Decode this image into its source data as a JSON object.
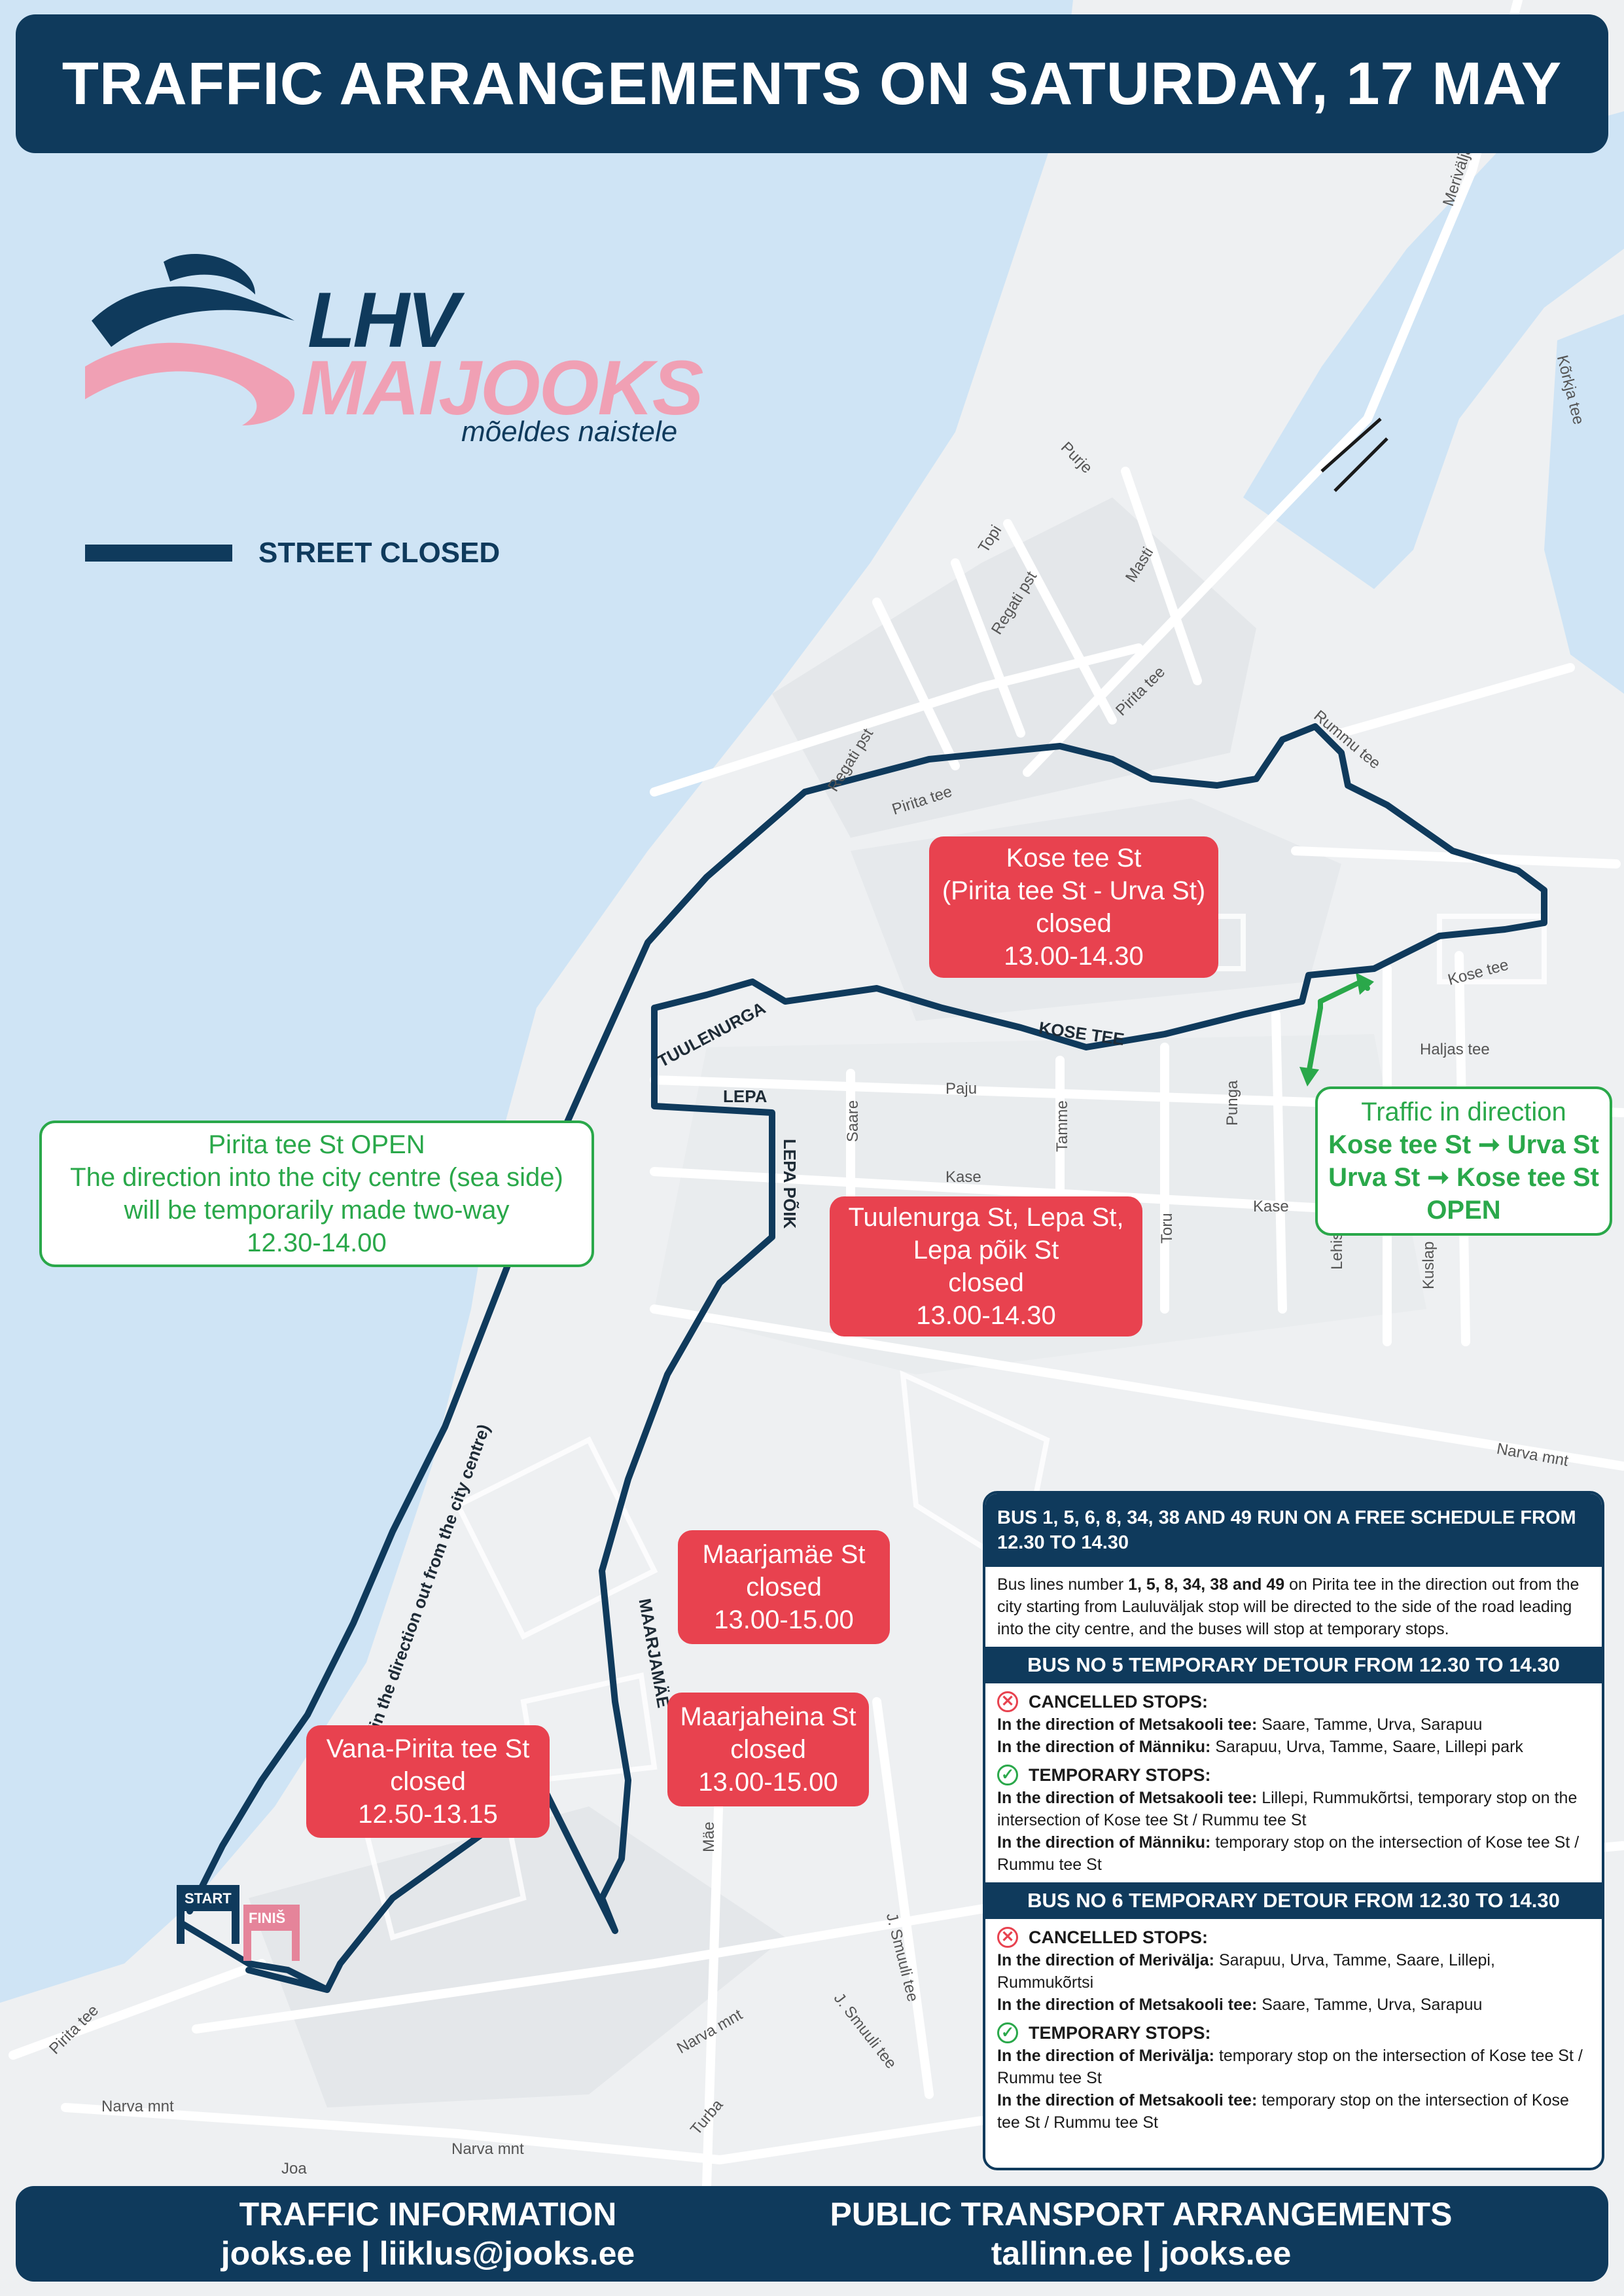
{
  "banner": {
    "title": "TRAFFIC ARRANGEMENTS ON SATURDAY, 17 MAY"
  },
  "logo": {
    "brand_top": "LHV",
    "brand_bottom": "MAIJOOKS",
    "tagline": "mõeldes naistele"
  },
  "legend": {
    "label": "STREET CLOSED"
  },
  "colors": {
    "navy": "#0f3a5c",
    "closure_red": "#e8424f",
    "open_green": "#2aa84a",
    "water": "#cfe4f5",
    "brand_pink": "#f0a0b4"
  },
  "map": {
    "street_labels": [
      "Merivälja tee",
      "Kõrkja tee",
      "Purje",
      "Topi",
      "Masti",
      "Regati pst",
      "Regati pst",
      "Pirita tee",
      "Pirita tee",
      "Rummu tee",
      "Kose tee",
      "Haljas tee",
      "TUULENURGA",
      "KOSE TEE",
      "LEPA",
      "LEPA PÕIK",
      "Paju",
      "Saare",
      "Tamme",
      "Punga",
      "Kase",
      "Kase",
      "Toru",
      "Lehis",
      "Kuslap",
      "Narva mnt",
      "MAARJAMÄE",
      "PIRITA TEE (in the direction out from the city centre)",
      "Mäe",
      "J. Smuuli tee",
      "J. Smuuli tee",
      "Narva mnt",
      "Turba",
      "Pirita tee",
      "Narva mnt",
      "Narva mnt",
      "Joa"
    ],
    "start_label": "START",
    "finish_label": "FINIŠ"
  },
  "closures": [
    {
      "lines": [
        "Kose tee St",
        "(Pirita tee St - Urva St)",
        "closed",
        "13.00-14.30"
      ]
    },
    {
      "lines": [
        "Tuulenurga St, Lepa St,",
        "Lepa põik St",
        "closed",
        "13.00-14.30"
      ]
    },
    {
      "lines": [
        "Maarjamäe St",
        "closed",
        "13.00-15.00"
      ]
    },
    {
      "lines": [
        "Maarjaheina St",
        "closed",
        "13.00-15.00"
      ]
    },
    {
      "lines": [
        "Vana-Pirita tee St",
        "closed",
        "12.50-13.15"
      ]
    }
  ],
  "open_notes": {
    "pirita": [
      "Pirita tee St OPEN",
      "The direction into the city centre (sea side)",
      "will be temporarily made two-way",
      "12.30-14.00"
    ],
    "kose": {
      "title": "Traffic in direction",
      "row1_a": "Kose tee St",
      "row1_b": "Urva St",
      "row2_a": "Urva St",
      "row2_b": "Kose tee St",
      "status": "OPEN"
    }
  },
  "panel": {
    "header": "BUS 1, 5, 6, 8, 34, 38 AND 49 RUN ON A FREE SCHEDULE FROM 12.30 TO 14.30",
    "intro_a": "Bus lines number ",
    "intro_lines": "1, 5, 8, 34, 38 and 49",
    "intro_b": " on Pirita tee in the direction out from the city starting from Lauluväljak stop will be directed to the side of the road leading into the city centre, and the buses will stop at temporary stops.",
    "bus5": {
      "title": "BUS NO 5 TEMPORARY DETOUR FROM 12.30 TO 14.30",
      "cancelled_title": "CANCELLED STOPS:",
      "cancelled": [
        {
          "dir": "In the direction of Metsakooli tee:",
          "stops": " Saare, Tamme, Urva, Sarapuu"
        },
        {
          "dir": "In the direction of Männiku:",
          "stops": " Sarapuu, Urva, Tamme, Saare, Lillepi park"
        }
      ],
      "temporary_title": "TEMPORARY STOPS:",
      "temporary": [
        {
          "dir": "In the direction of Metsakooli tee:",
          "stops": " Lillepi, Rummukõrtsi, temporary stop on the intersection of Kose tee  St / Rummu tee St"
        },
        {
          "dir": "In the direction of Männiku:",
          "stops": " temporary stop on the intersection of Kose tee St / Rummu tee St"
        }
      ]
    },
    "bus6": {
      "title": "BUS NO 6 TEMPORARY DETOUR FROM 12.30 TO 14.30",
      "cancelled_title": "CANCELLED STOPS:",
      "cancelled": [
        {
          "dir": "In the direction of Merivälja:",
          "stops": " Sarapuu, Urva, Tamme, Saare, Lillepi, Rummukõrtsi"
        },
        {
          "dir": "In the direction of Metsakooli tee:",
          "stops": "  Saare, Tamme, Urva, Sarapuu"
        }
      ],
      "temporary_title": "TEMPORARY STOPS:",
      "temporary": [
        {
          "dir": "In the direction of Merivälja:",
          "stops": " temporary stop on the intersection of Kose tee St / Rummu tee St"
        },
        {
          "dir": "In the direction of Metsakooli tee:",
          "stops": " temporary stop on the intersection of Kose tee St / Rummu tee St"
        }
      ]
    }
  },
  "footer": {
    "left_title": "TRAFFIC INFORMATION",
    "left_contacts": "jooks.ee | liiklus@jooks.ee",
    "right_title": "PUBLIC TRANSPORT ARRANGEMENTS",
    "right_contacts": "tallinn.ee | jooks.ee"
  }
}
